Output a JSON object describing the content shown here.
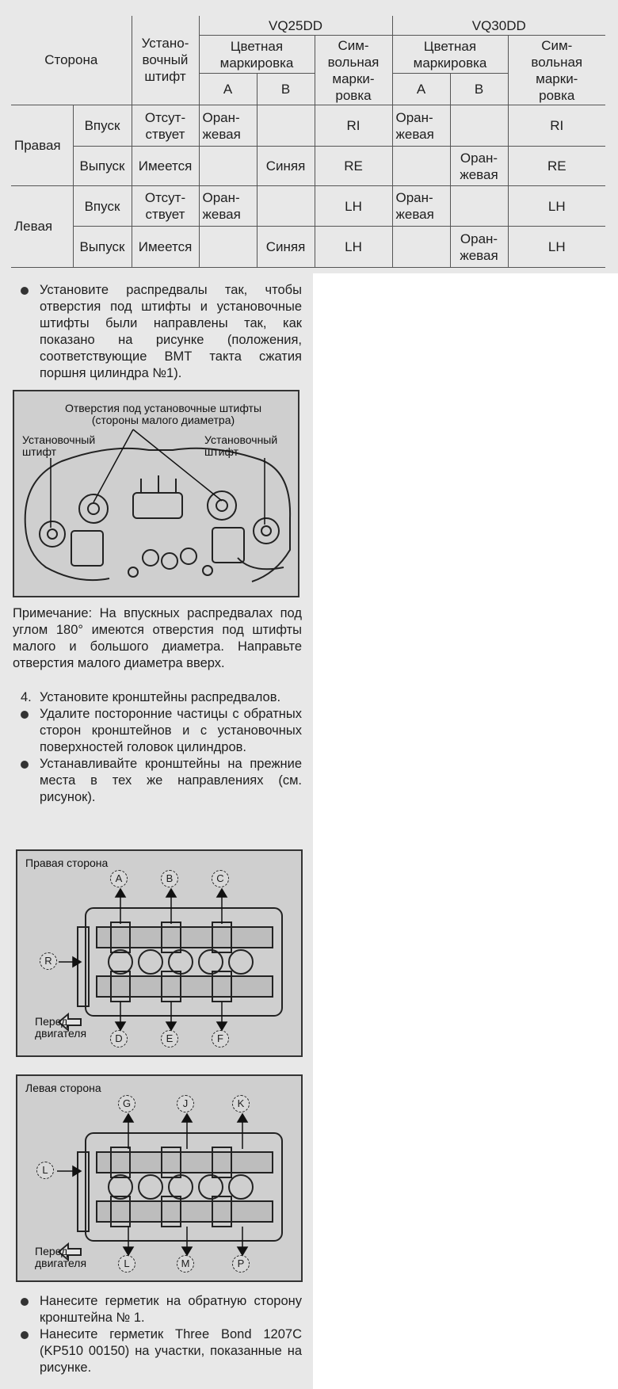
{
  "table": {
    "h_side": "Сторона",
    "h_pin": "Устано-\nвочный\nштифт",
    "h_vq25": "VQ25DD",
    "h_vq30": "VQ30DD",
    "h_color": "Цветная\nмаркировка",
    "h_symbol": "Сим-\nвольная\nмарки-\nровка",
    "h_a": "A",
    "h_b": "B",
    "right_side": "Правая",
    "left_side": "Левая",
    "rows": [
      {
        "type": "Впуск",
        "pin": "Отсут-\nствует",
        "vq25_a": "Оран-\nжевая",
        "vq25_b": "",
        "vq25_sym": "RI",
        "vq30_a": "Оран-\nжевая",
        "vq30_b": "",
        "vq30_sym": "RI"
      },
      {
        "type": "Выпуск",
        "pin": "Имеется",
        "vq25_a": "",
        "vq25_b": "Синяя",
        "vq25_sym": "RE",
        "vq30_a": "",
        "vq30_b": "Оран-\nжевая",
        "vq30_sym": "RE"
      },
      {
        "type": "Впуск",
        "pin": "Отсут-\nствует",
        "vq25_a": "Оран-\nжевая",
        "vq25_b": "",
        "vq25_sym": "LH",
        "vq30_a": "Оран-\nжевая",
        "vq30_b": "",
        "vq30_sym": "LH"
      },
      {
        "type": "Выпуск",
        "pin": "Имеется",
        "vq25_a": "",
        "vq25_b": "Синяя",
        "vq25_sym": "LH",
        "vq30_a": "",
        "vq30_b": "Оран-\nжевая",
        "vq30_sym": "LH"
      }
    ]
  },
  "text": {
    "bullet1": "Установите распредвалы так, чтобы отверстия под штифты и установочные штифты были направлены так, как показано на рисунке (положения, соответствующие ВМТ такта сжатия поршня цилиндра №1).",
    "note": "Примечание: На впускных распредвалах под углом 180° имеются отверстия под штифты малого и большого диаметра. Направьте отверстия малого диаметра вверх.",
    "step4_num": "4.",
    "step4": "Установите кронштейны распредвалов.",
    "bullet2": "Удалите посторонние частицы с обратных сторон кронштейнов и с установочных поверхностей головок цилиндров.",
    "bullet3": "Устанавливайте кронштейны на прежние места в тех же направлениях (см. рисунок).",
    "bullet4": "Нанесите герметик на обратную сторону кронштейна № 1.",
    "bullet5": "Нанесите герметик Three Bond 1207C (KP510 00150) на участки, показанные на рисунке."
  },
  "fig1": {
    "label_holes": "Отверстия под установочные штифты\n(стороны малого диаметра)",
    "label_pin_left": "Установочный\nштифт",
    "label_pin_right": "Установочный\nштифт"
  },
  "fig2": {
    "title": "Правая сторона",
    "front": "Перед\nдвигателя",
    "top_marks": [
      "A",
      "B",
      "C"
    ],
    "bottom_marks": [
      "D",
      "E",
      "F"
    ],
    "side_mark": "R"
  },
  "fig3": {
    "title": "Левая сторона",
    "front": "Перед\nдвигателя",
    "top_marks": [
      "G",
      "J",
      "K"
    ],
    "bottom_marks": [
      "L",
      "M",
      "P"
    ],
    "side_mark": "L"
  }
}
